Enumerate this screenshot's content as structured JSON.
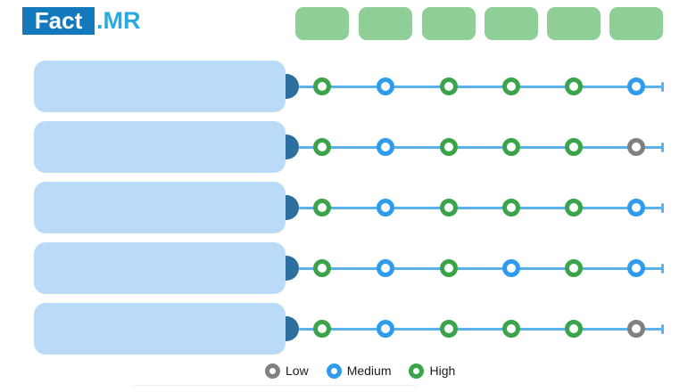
{
  "brand": {
    "name_primary": "Fact",
    "name_suffix": ".MR",
    "box_color": "#1478BD",
    "suffix_color": "#29ABE2"
  },
  "header": {
    "box_color": "#8FCE96",
    "columns": [
      {
        "label": ""
      },
      {
        "label": ""
      },
      {
        "label": ""
      },
      {
        "label": ""
      },
      {
        "label": ""
      },
      {
        "label": ""
      }
    ]
  },
  "matrix": {
    "label_box_color": "#B9DBF8",
    "notch_color": "#2D6F9E",
    "line_color": "#59B2E9",
    "rows": [
      {
        "label": "",
        "ratings": [
          "high",
          "medium",
          "high",
          "high",
          "high",
          "medium"
        ]
      },
      {
        "label": "",
        "ratings": [
          "high",
          "medium",
          "high",
          "high",
          "high",
          "low"
        ]
      },
      {
        "label": "",
        "ratings": [
          "high",
          "medium",
          "high",
          "high",
          "high",
          "medium"
        ]
      },
      {
        "label": "",
        "ratings": [
          "high",
          "medium",
          "high",
          "medium",
          "high",
          "medium"
        ]
      },
      {
        "label": "",
        "ratings": [
          "high",
          "medium",
          "high",
          "high",
          "high",
          "low"
        ]
      }
    ]
  },
  "rating_colors": {
    "low": "#808080",
    "medium": "#2E9BEF",
    "high": "#3BA44A"
  },
  "legend": {
    "items": [
      {
        "label": "Low",
        "level": "low"
      },
      {
        "label": "Medium",
        "level": "medium"
      },
      {
        "label": "High",
        "level": "high"
      }
    ]
  },
  "chart_data": {
    "type": "table",
    "title": "",
    "columns": [
      "",
      "",
      "",
      "",
      "",
      ""
    ],
    "rows": [
      {
        "label": "",
        "ratings": [
          "High",
          "Medium",
          "High",
          "High",
          "High",
          "Medium"
        ]
      },
      {
        "label": "",
        "ratings": [
          "High",
          "Medium",
          "High",
          "High",
          "High",
          "Low"
        ]
      },
      {
        "label": "",
        "ratings": [
          "High",
          "Medium",
          "High",
          "High",
          "High",
          "Medium"
        ]
      },
      {
        "label": "",
        "ratings": [
          "High",
          "Medium",
          "High",
          "Medium",
          "High",
          "Medium"
        ]
      },
      {
        "label": "",
        "ratings": [
          "High",
          "Medium",
          "High",
          "High",
          "High",
          "Low"
        ]
      }
    ],
    "legend": [
      "Low",
      "Medium",
      "High"
    ],
    "legend_colors": {
      "Low": "#808080",
      "Medium": "#2E9BEF",
      "High": "#3BA44A"
    },
    "layout_hints": {
      "row_count": 5,
      "column_count": 6,
      "legend_position": "bottom-center",
      "marker": "ring-dot on horizontal scale line"
    }
  }
}
